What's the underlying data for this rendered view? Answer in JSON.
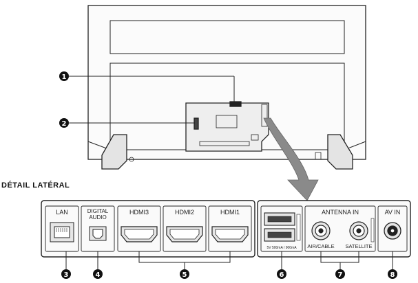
{
  "section_title": "DÉTAIL LATÉRAL",
  "callouts": [
    "1",
    "2",
    "3",
    "4",
    "5",
    "6",
    "7",
    "8"
  ],
  "ports": {
    "lan": "LAN",
    "digital_audio": [
      "DIGITAL",
      "AUDIO"
    ],
    "hdmi3": "HDMI3",
    "hdmi2": "HDMI2",
    "hdmi1": "HDMI1",
    "antenna_in": "ANTENNA IN",
    "air_cable": "AIR/CABLE",
    "satellite": "SATELLITE",
    "av_in": "AV IN",
    "usb_rating": "5V 500mA / 900mA"
  },
  "colors": {
    "outline": "#222222",
    "fill_light": "#f2f2f2",
    "fill_mid": "#e4e4e4",
    "arrow": "#8a8a8a",
    "callout": "#111111"
  }
}
